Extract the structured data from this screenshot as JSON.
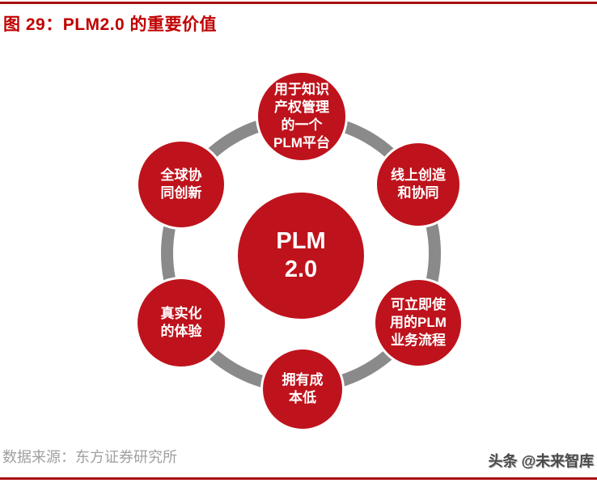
{
  "header": {
    "title": "图 29：PLM2.0 的重要价值"
  },
  "diagram": {
    "center": {
      "label": "PLM\n2.0"
    },
    "nodes": [
      {
        "id": "ip-platform",
        "position": "top",
        "label": "用于知识\n产权管理\n的一个\nPLM平台"
      },
      {
        "id": "online-collaboration",
        "position": "top-right",
        "label": "线上创造\n和协同"
      },
      {
        "id": "ready-to-use-processes",
        "position": "bottom-right",
        "label": "可立即使\n用的PLM\n业务流程"
      },
      {
        "id": "low-cost-of-ownership",
        "position": "bottom",
        "label": "拥有成\n本低"
      },
      {
        "id": "realistic-experience",
        "position": "bottom-left",
        "label": "真实化\n的体验"
      },
      {
        "id": "global-innovation",
        "position": "top-left",
        "label": "全球协\n同创新"
      }
    ]
  },
  "footer": {
    "source": "数据来源：东方证券研究所",
    "watermark": "头条 @未来智库"
  },
  "colors": {
    "circle_red": "#be131c",
    "title_red": "#c00000",
    "rule_red": "#a80d10",
    "ring_gray": "#8a8a8a",
    "source_gray": "#a0a0a0",
    "node_text": "#ffffff"
  }
}
